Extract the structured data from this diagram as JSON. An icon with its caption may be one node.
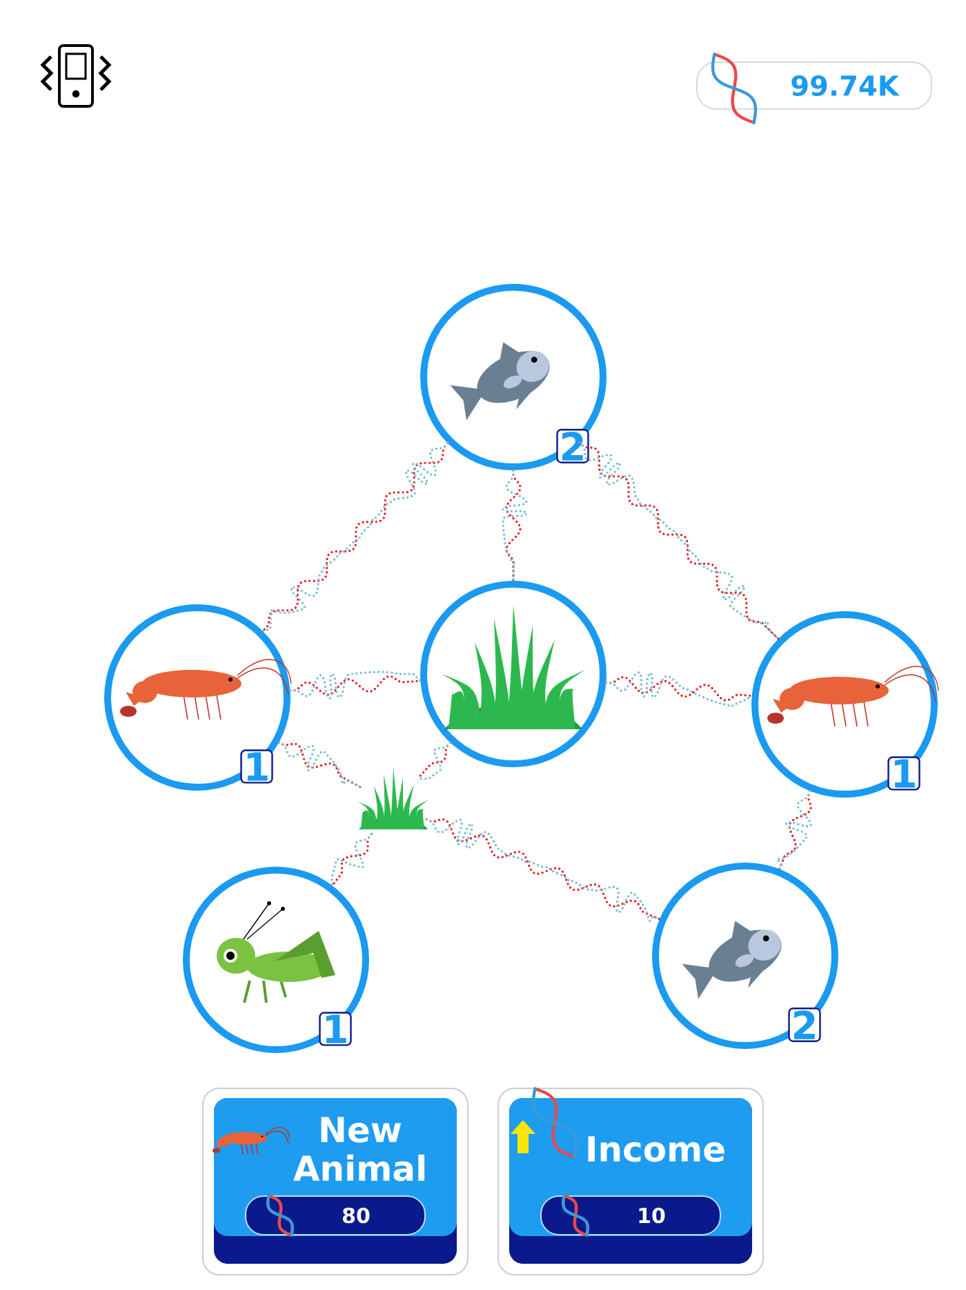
{
  "diagram": {
    "nodes": [
      {
        "text": [
          "2"
        ]
      },
      {
        "text": [
          "1"
        ]
      },
      {
        "text": [],
        "shape": "circle"
      },
      {
        "text": [
          "1"
        ]
      },
      {
        "text": [],
        "shape": "picture"
      },
      {
        "text": [
          "1"
        ]
      },
      {
        "text": [
          "2"
        ]
      },
      {
        "text": [
          "99.74K"
        ]
      },
      {
        "text": [
          "New Animal",
          "80"
        ]
      },
      {
        "text": [
          "Income",
          "10"
        ]
      }
    ],
    "edges": [
      {
        "from": 0,
        "to": 1,
        "arrow": "none"
      },
      {
        "from": 0,
        "to": 2,
        "arrow": "none"
      },
      {
        "from": 0,
        "to": 3,
        "arrow": "none"
      },
      {
        "from": 1,
        "to": 2,
        "arrow": "none"
      },
      {
        "from": 2,
        "to": 3,
        "arrow": "none"
      },
      {
        "from": 1,
        "to": 4,
        "arrow": "none"
      },
      {
        "from": 2,
        "to": 4,
        "arrow": "none"
      },
      {
        "from": 4,
        "to": 5,
        "arrow": "none"
      },
      {
        "from": 4,
        "to": 6,
        "arrow": "none"
      },
      {
        "from": 3,
        "to": 6,
        "arrow": "none"
      }
    ]
  }
}
